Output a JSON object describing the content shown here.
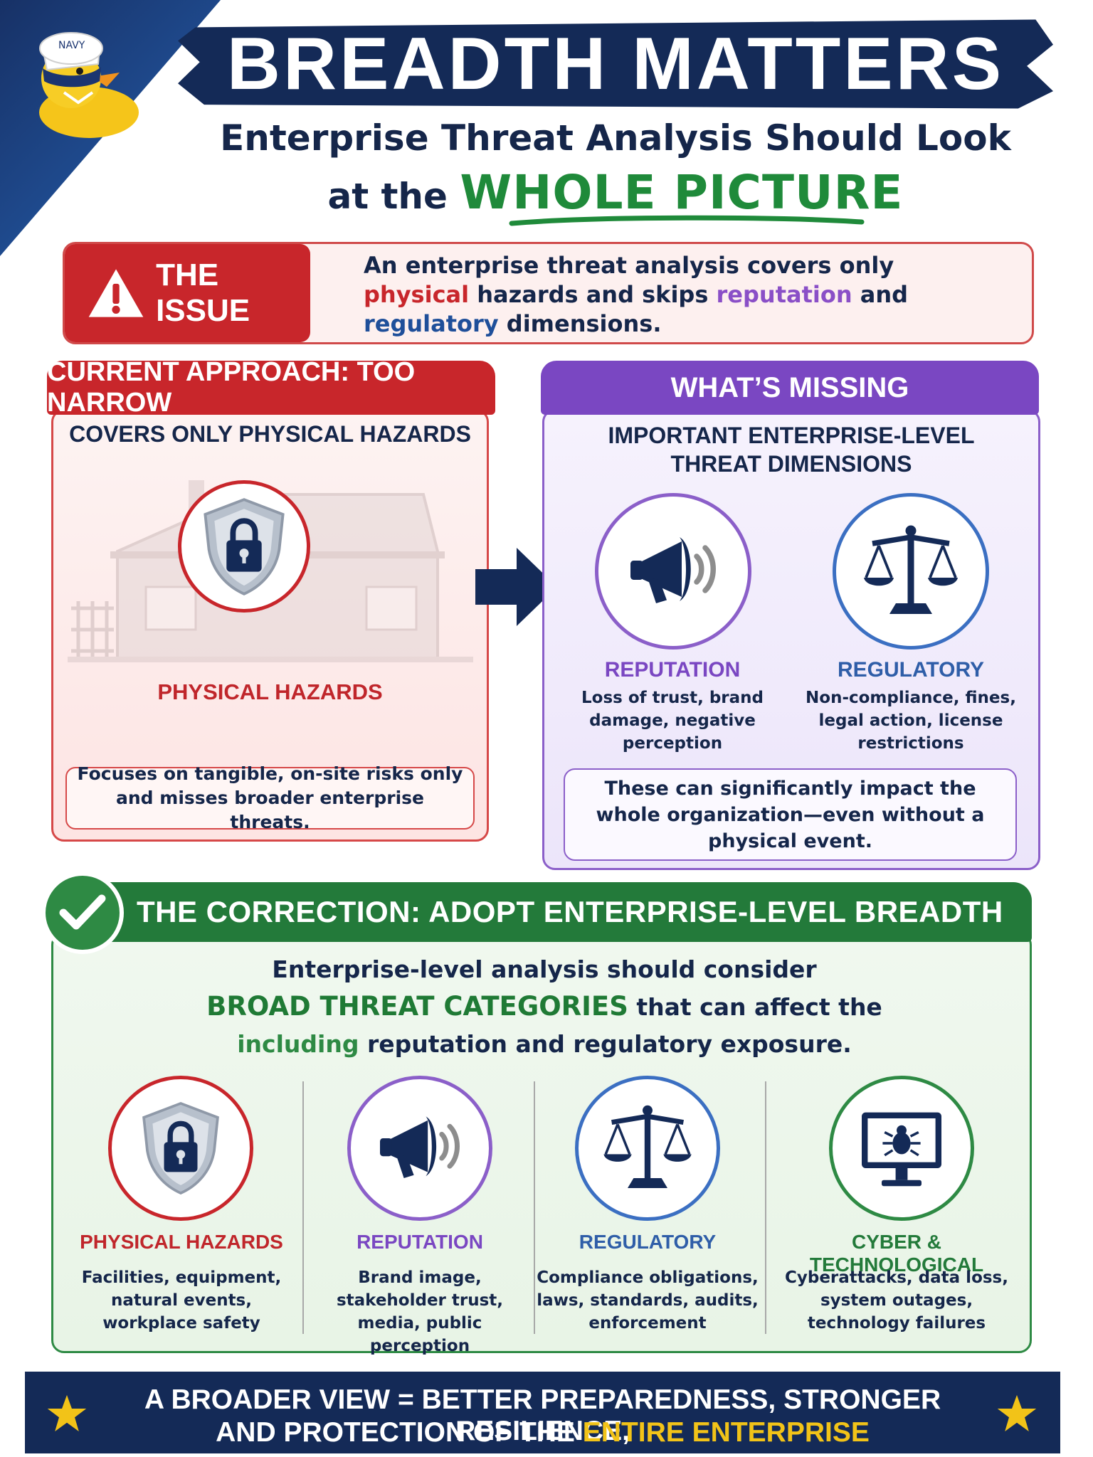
{
  "colors": {
    "navy": "#142a57",
    "red": "#c8262b",
    "purple": "#7a47c2",
    "blue": "#1f4f9a",
    "green": "#237a3a",
    "gold": "#f2c318"
  },
  "logo": {
    "hat_text": "NAVY",
    "icon": "duck-mascot-icon"
  },
  "header": {
    "title": "BREADTH MATTERS",
    "subtitle_line1": "Enterprise Threat Analysis Should Look",
    "subtitle_line2_prefix": "at the",
    "subtitle_line2_highlight": "WHOLE PICTURE"
  },
  "issue": {
    "tag": "THE ISSUE",
    "icon": "warning-icon",
    "text_1": "An enterprise threat analysis covers only",
    "word_physical": "physical",
    "text_2": "hazards and skips",
    "word_reputation": "reputation",
    "text_3": "and",
    "word_regulatory": "regulatory",
    "text_4": "dimensions."
  },
  "current": {
    "heading": "CURRENT APPROACH: TOO NARROW",
    "subheading": "COVERS ONLY PHYSICAL HAZARDS",
    "icon": "shield-lock-icon",
    "label": "PHYSICAL HAZARDS",
    "note": "Focuses on tangible, on-site risks only and misses broader enterprise threats."
  },
  "missing": {
    "heading": "WHAT’S MISSING",
    "subheading_line1": "IMPORTANT ENTERPRISE-LEVEL",
    "subheading_line2": "THREAT DIMENSIONS",
    "items": [
      {
        "label": "REPUTATION",
        "desc": "Loss of trust, brand damage, negative perception",
        "icon": "megaphone-icon"
      },
      {
        "label": "REGULATORY",
        "desc": "Non-compliance, fines, legal action, license restrictions",
        "icon": "scales-icon"
      }
    ],
    "note": "These can significantly impact the whole organization—even without a physical event."
  },
  "correction": {
    "heading": "THE CORRECTION: ADOPT ENTERPRISE-LEVEL  BREADTH",
    "icon": "checkmark-icon",
    "line1": "Enterprise-level analysis should consider",
    "line2_highlight": "BROAD THREAT CATEGORIES",
    "line2_rest": "that can affect the",
    "line3_highlight": "including",
    "line3_rest": "reputation and regulatory exposure.",
    "categories": [
      {
        "label": "PHYSICAL HAZARDS",
        "desc": "Facilities, equipment, natural events, workplace safety",
        "icon": "shield-lock-icon"
      },
      {
        "label": "REPUTATION",
        "desc": "Brand image, stakeholder trust, media, public perception",
        "icon": "megaphone-icon"
      },
      {
        "label": "REGULATORY",
        "desc": "Compliance obligations, laws, standards, audits, enforcement",
        "icon": "scales-icon"
      },
      {
        "label": "CYBER & TECHNOLOGICAL",
        "desc": "Cyberattacks, data loss, system outages, technology failures",
        "icon": "monitor-bug-icon"
      }
    ]
  },
  "footer": {
    "line1": "A BROADER VIEW = BETTER PREPAREDNESS, STRONGER RESILIENCE,",
    "line2_prefix": "AND PROTECTION OF THE",
    "line2_highlight": "ENTIRE ENTERPRISE",
    "icon": "star-icon"
  }
}
